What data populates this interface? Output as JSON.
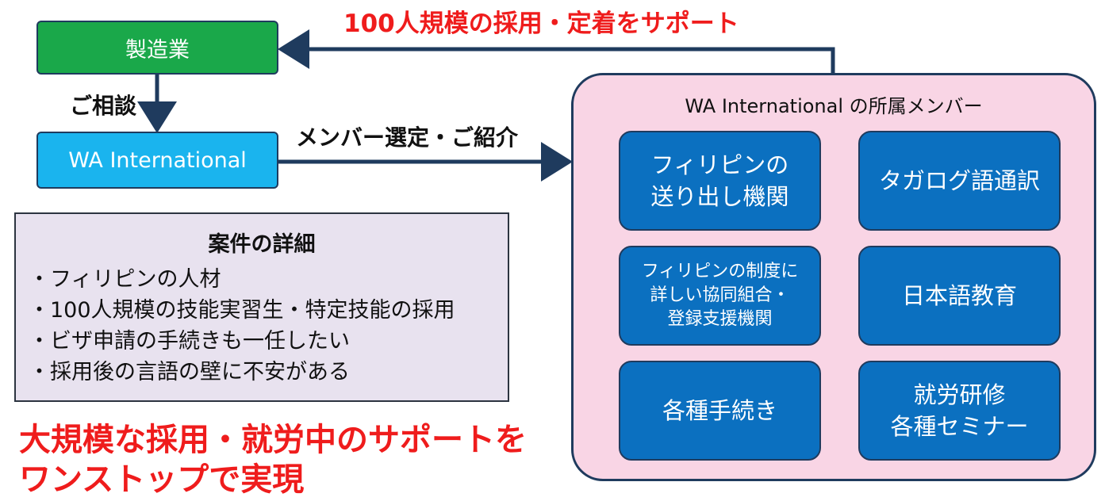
{
  "nodes": {
    "manufacturing": "製造業",
    "wa_international": "WA International"
  },
  "edges": {
    "consult": "ご相談",
    "select_introduce": "メンバー選定・ご紹介",
    "support_top": "100人規模の採用・定着をサポート"
  },
  "details": {
    "title": "案件の詳細",
    "items": [
      "・フィリピンの人材",
      "・100人規模の技能実習生・特定技能の採用",
      "・ビザ申請の手続きも一任したい",
      "・採用後の言語の壁に不安がある"
    ]
  },
  "slogan": {
    "line1": "大規模な採用・就労中のサポートを",
    "line2": "ワンストップで実現"
  },
  "members": {
    "title": "WA International の所属メンバー",
    "cards": [
      [
        "フィリピンの",
        "送り出し機関"
      ],
      [
        "タガログ語通訳"
      ],
      [
        "フィリピンの制度に",
        "詳しい協同組合・",
        "登録支援機関"
      ],
      [
        "日本語教育"
      ],
      [
        "各種手続き"
      ],
      [
        "就労研修",
        "各種セミナー"
      ]
    ]
  },
  "colors": {
    "manufacturing": "#1aa84a",
    "wa_international": "#1ab4ee",
    "member_card": "#0b70c0",
    "members_panel": "#f9d5e5",
    "details_panel": "#e8e2ef",
    "arrow": "#1f3b5e",
    "accent_red": "#ef1c1c"
  }
}
